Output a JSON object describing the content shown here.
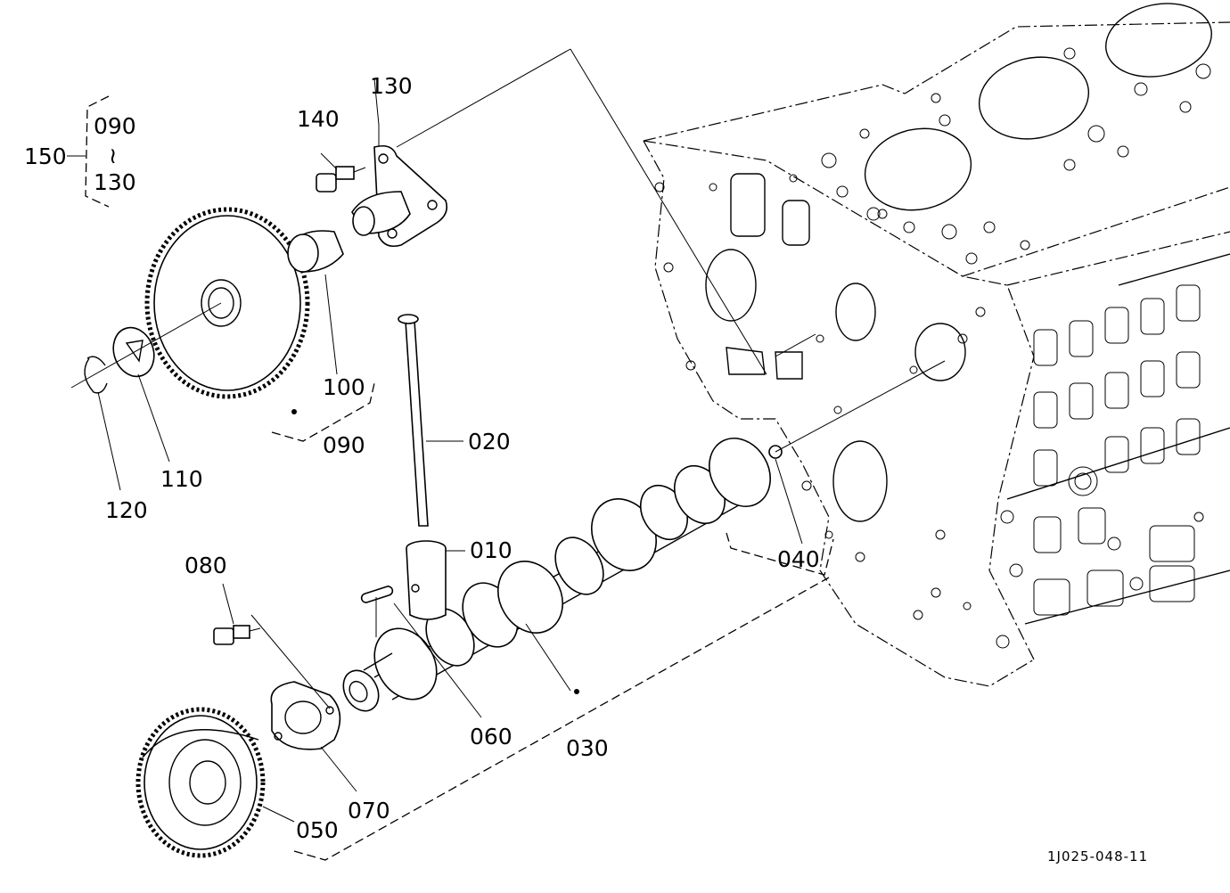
{
  "diagram": {
    "reference_code": "1J025-048-11",
    "labels": {
      "p010": "010",
      "p020": "020",
      "p030": "030",
      "p040": "040",
      "p050": "050",
      "p060": "060",
      "p070": "070",
      "p080": "080",
      "p090": "090",
      "p100": "100",
      "p110": "110",
      "p120": "120",
      "p130": "130",
      "p140": "140",
      "p150": "150"
    },
    "assembly_150": {
      "label": "150",
      "range_from": "090",
      "range_sep": "≀",
      "range_to": "130"
    }
  }
}
